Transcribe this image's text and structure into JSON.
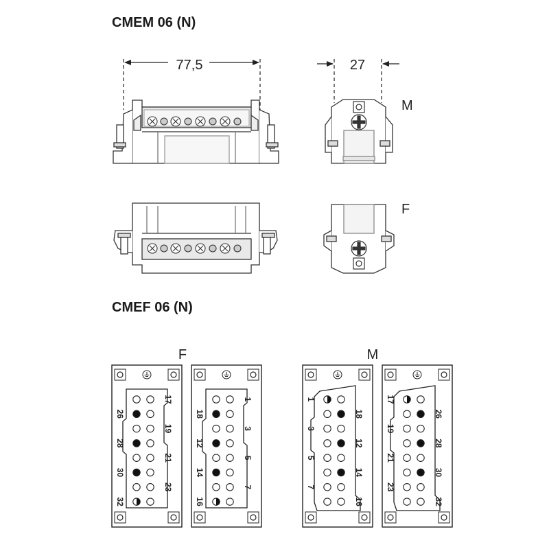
{
  "titles": {
    "top": "CMEM 06 (N)",
    "bottom": "CMEF 06 (N)"
  },
  "dimensions": {
    "width": "77,5",
    "depth": "27"
  },
  "side_labels": {
    "male": "M",
    "female": "F"
  },
  "face_group_labels": {
    "female": "F",
    "male": "M"
  },
  "pin_faces": [
    {
      "name": "female-face-a",
      "left_labels": [
        "26",
        "28",
        "30",
        "32"
      ],
      "right_labels": [
        "17",
        "19",
        "21",
        "23"
      ],
      "rows": [
        [
          "open",
          "open"
        ],
        [
          "filled",
          "open"
        ],
        [
          "open",
          "open"
        ],
        [
          "filled",
          "open"
        ],
        [
          "open",
          "open"
        ],
        [
          "filled",
          "open"
        ],
        [
          "open",
          "open"
        ],
        [
          "half",
          "open"
        ]
      ]
    },
    {
      "name": "female-face-b",
      "left_labels": [
        "18",
        "12",
        "14",
        "16"
      ],
      "right_labels": [
        "1",
        "3",
        "5",
        "7"
      ],
      "rows": [
        [
          "open",
          "open"
        ],
        [
          "filled",
          "open"
        ],
        [
          "open",
          "open"
        ],
        [
          "filled",
          "open"
        ],
        [
          "open",
          "open"
        ],
        [
          "filled",
          "open"
        ],
        [
          "open",
          "open"
        ],
        [
          "half",
          "open"
        ]
      ]
    },
    {
      "name": "male-face-a",
      "left_labels": [
        "1",
        "3",
        "5",
        "7"
      ],
      "right_labels": [
        "18",
        "12",
        "14",
        "16"
      ],
      "rows": [
        [
          "half",
          "open"
        ],
        [
          "open",
          "filled"
        ],
        [
          "open",
          "open"
        ],
        [
          "open",
          "filled"
        ],
        [
          "open",
          "open"
        ],
        [
          "open",
          "filled"
        ],
        [
          "open",
          "open"
        ],
        [
          "open",
          "open"
        ]
      ]
    },
    {
      "name": "male-face-b",
      "left_labels": [
        "17",
        "19",
        "21",
        "23"
      ],
      "right_labels": [
        "26",
        "28",
        "30",
        "32"
      ],
      "rows": [
        [
          "half",
          "open"
        ],
        [
          "open",
          "filled"
        ],
        [
          "open",
          "open"
        ],
        [
          "open",
          "filled"
        ],
        [
          "open",
          "open"
        ],
        [
          "open",
          "filled"
        ],
        [
          "open",
          "open"
        ],
        [
          "open",
          "open"
        ]
      ]
    }
  ]
}
